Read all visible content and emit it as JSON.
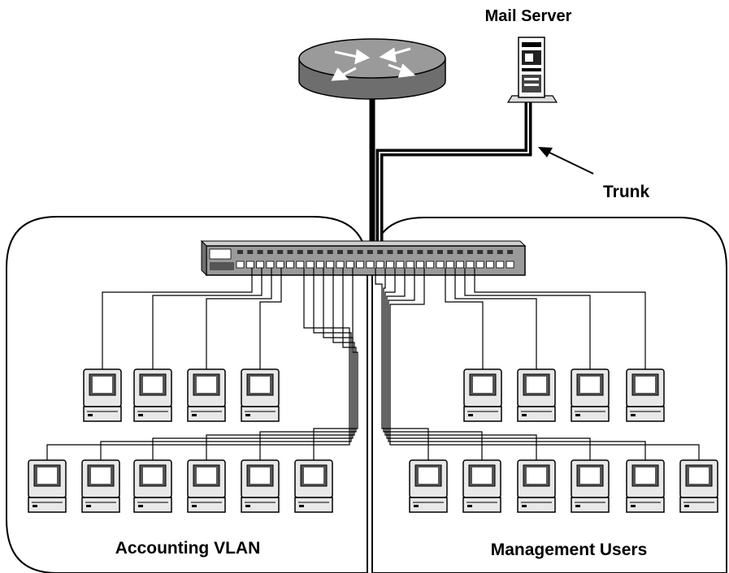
{
  "labels": {
    "mail_server": "Mail Server",
    "trunk": "Trunk",
    "left_vlan": "Accounting VLAN",
    "right_vlan": "Management Users"
  },
  "icons": {
    "router": "router-icon",
    "server": "server-icon",
    "switch": "switch-icon",
    "workstation": "workstation-icon"
  },
  "colors": {
    "trunk_line": "#000000",
    "router_body": "#8a8a8a",
    "switch_body": "#9a9a9a"
  }
}
